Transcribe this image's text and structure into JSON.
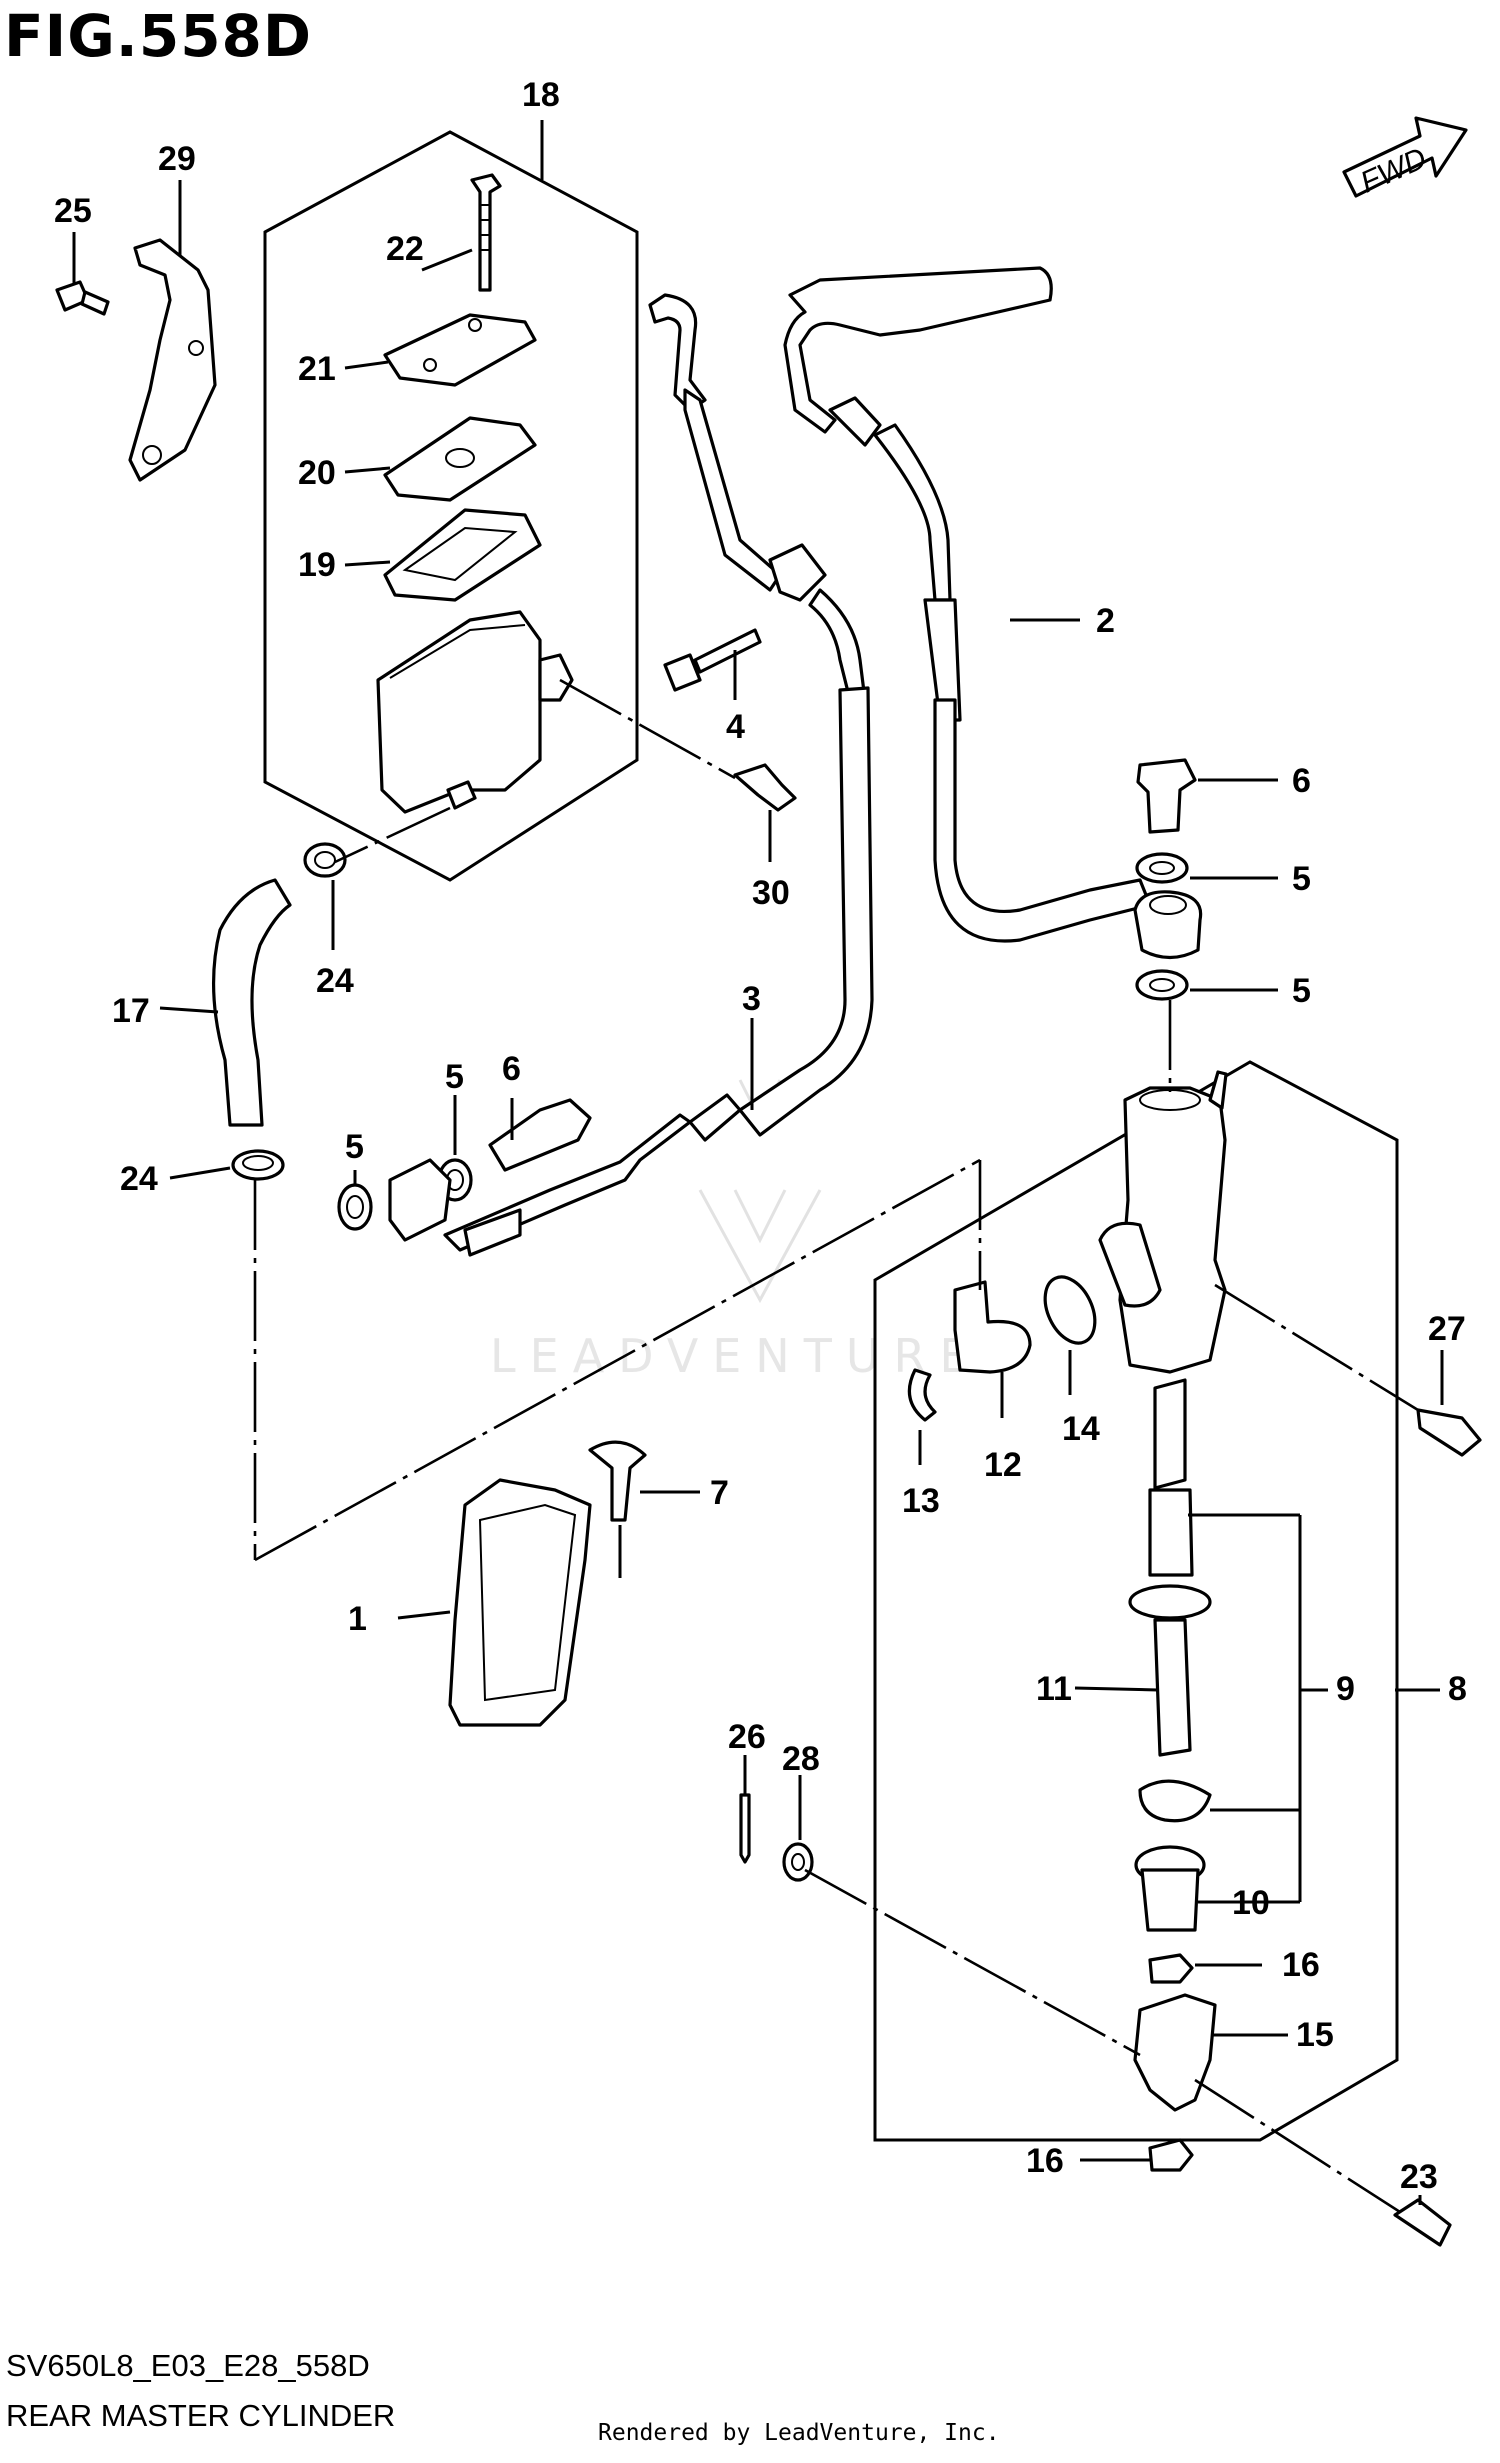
{
  "header": {
    "figure_title": "FIG.558D",
    "direction_tag": "FWD"
  },
  "footer": {
    "model_code": "SV650L8_E03_E28_558D",
    "section_name": "REAR MASTER CYLINDER",
    "rendered_by": "Rendered by LeadVenture, Inc."
  },
  "watermark": {
    "text": "LEADVENTURE"
  },
  "callouts": {
    "c1": "1",
    "c2": "2",
    "c3": "3",
    "c4": "4",
    "c5a": "5",
    "c5b": "5",
    "c5c": "5",
    "c5d": "5",
    "c6a": "6",
    "c6b": "6",
    "c7": "7",
    "c8": "8",
    "c9": "9",
    "c10": "10",
    "c11": "11",
    "c12": "12",
    "c13": "13",
    "c14": "14",
    "c15": "15",
    "c16a": "16",
    "c16b": "16",
    "c17": "17",
    "c18": "18",
    "c19": "19",
    "c20": "20",
    "c21": "21",
    "c22": "22",
    "c23": "23",
    "c24a": "24",
    "c24b": "24",
    "c25": "25",
    "c26": "26",
    "c27": "27",
    "c28": "28",
    "c29": "29",
    "c30": "30"
  }
}
